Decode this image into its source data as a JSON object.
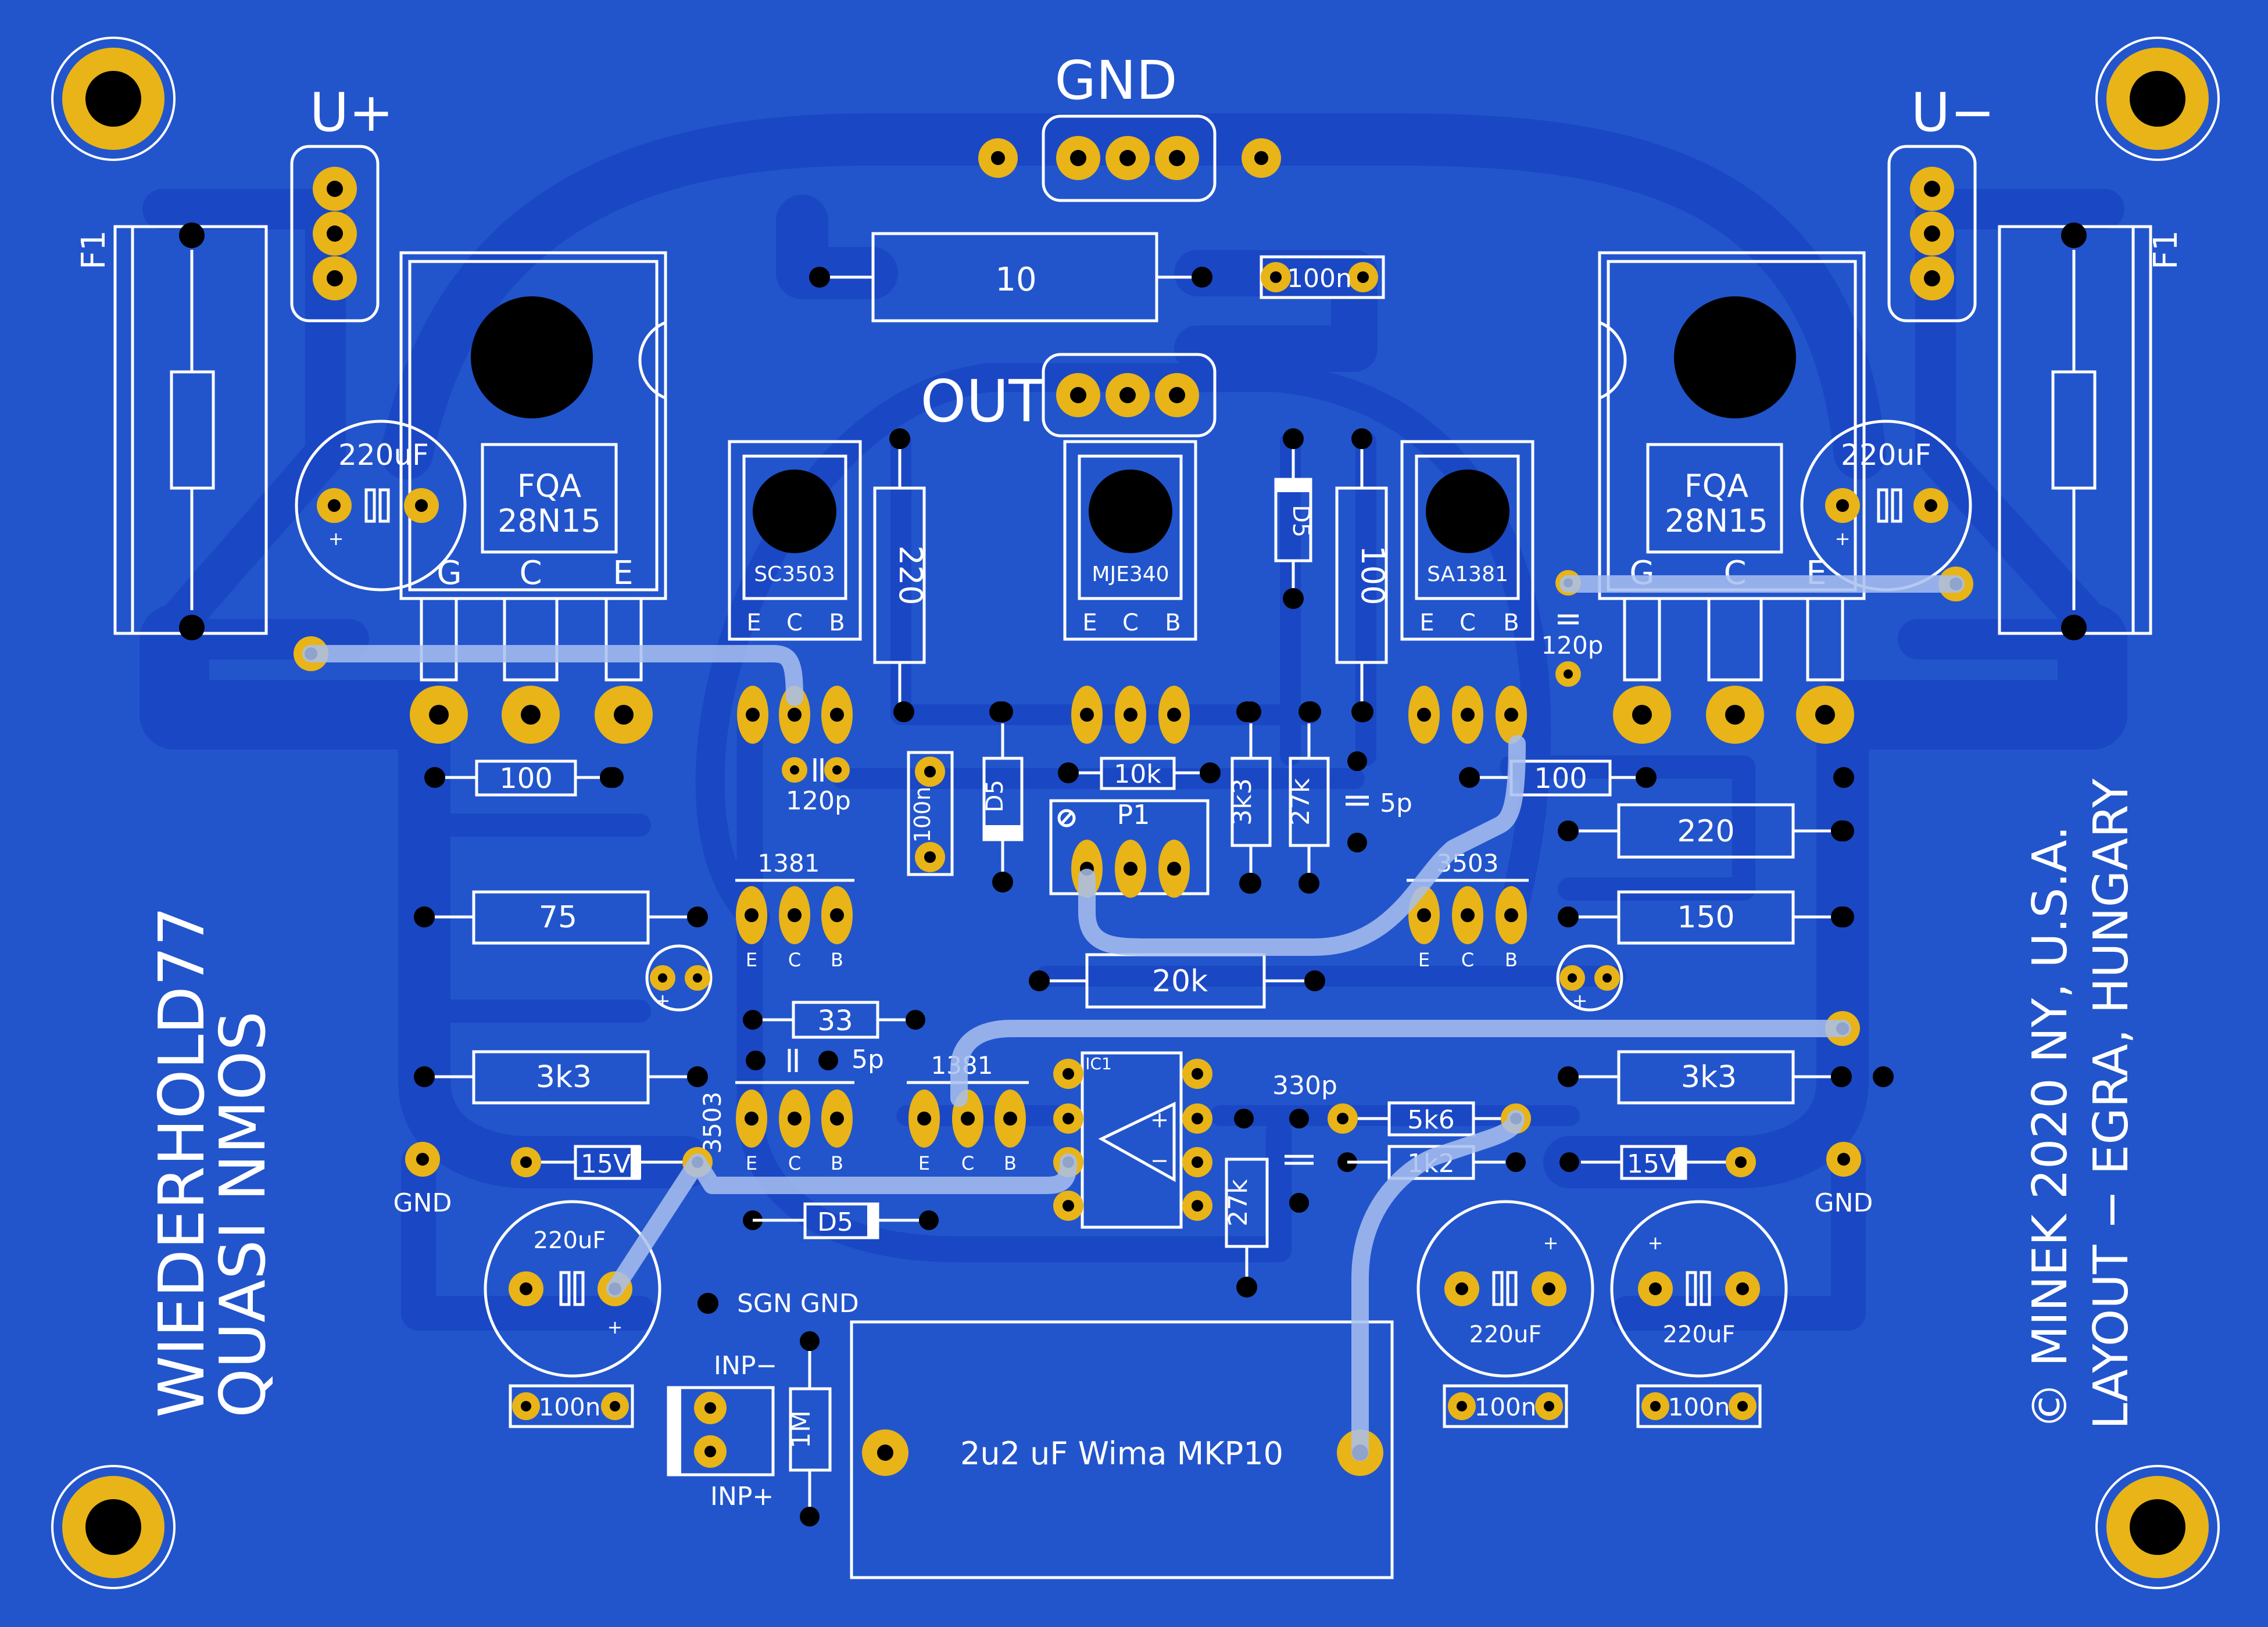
{
  "board": {
    "bg_color": "#2255cc",
    "copper_color": "#1a47c4",
    "pad_color": "#e8b418",
    "silk_color": "#ffffff"
  },
  "labels": {
    "gnd_top": "GND",
    "u_plus": "U+",
    "u_minus": "U−",
    "out": "OUT",
    "f1_left": "F1",
    "f1_right": "F1",
    "sgn_gnd": "SGN GND",
    "inp_minus": "INP−",
    "inp_plus": "INP+",
    "gnd_left": "GND",
    "gnd_right": "GND",
    "title_line1": "WIEDERHOLD77",
    "title_line2": "QUASI NMOS",
    "credit_line1": "© MINEK 2020 NY, U.S.A.",
    "credit_line2": "LAYOUT − EGRA, HUNGARY"
  },
  "components": {
    "r_10": "10",
    "c_100n_top": "100n",
    "cap_220uf_left": "220uF",
    "cap_220uf_right": "220uF",
    "mosfet_left_line1": "FQA",
    "mosfet_left_line2": "28N15",
    "mosfet_right_line1": "FQA",
    "mosfet_right_line2": "28N15",
    "pin_g": "G",
    "pin_c": "C",
    "pin_e": "E",
    "q_sc3503": "SC3503",
    "q_mje340": "MJE340",
    "q_sa1381": "SA1381",
    "r_220_vert": "220",
    "d5_vert_right": "D5",
    "r_100_vert": "100",
    "c_120p_right": "120p",
    "r_100_left": "100",
    "c_120p_left": "120p",
    "c_100n_vert": "100n",
    "d5_vert_left": "D5",
    "r_10k": "10k",
    "p1": "P1",
    "r_3k3_vert": "3k3",
    "r_27k_vert_top": "27k",
    "c_5p_right": "5p",
    "r_100_right": "100",
    "r_220_right": "220",
    "q_1381_left": "1381",
    "q_3503_right": "3503",
    "r_75": "75",
    "r_150": "150",
    "r_20k": "20k",
    "r_33": "33",
    "c_5p_left": "5p",
    "q_1381_mid": "1381",
    "q_3503_left": "3503",
    "r_3k3_left": "3k3",
    "r_3k3_right": "3k3",
    "ic1": "IC1",
    "c_330p": "330p",
    "r_5k6": "5k6",
    "r_1k2": "1k2",
    "z_15v_left": "15V",
    "z_15v_right": "15V",
    "d5_horizontal": "D5",
    "r_27k_vert_bottom": "27k",
    "cap_220uf_bl": "220uF",
    "cap_220uf_b2": "220uF",
    "cap_220uf_b3": "220uF",
    "c_100n_b1": "100n",
    "c_100n_b2": "100n",
    "c_100n_b3": "100n",
    "r_1m": "1M",
    "wima": "2u2 uF Wima MKP10"
  }
}
